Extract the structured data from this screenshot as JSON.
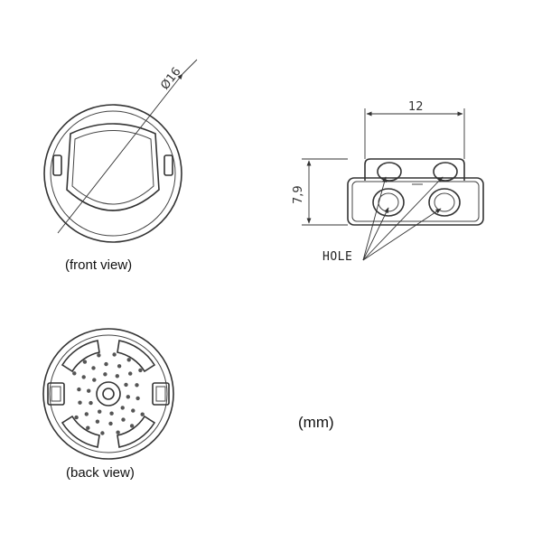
{
  "labels": {
    "front_view": "(front view)",
    "back_view": "(back view)",
    "units": "(mm)",
    "hole": "HOLE"
  },
  "dimensions": {
    "diameter": "Ø16",
    "width": "12",
    "height": "7,9"
  }
}
